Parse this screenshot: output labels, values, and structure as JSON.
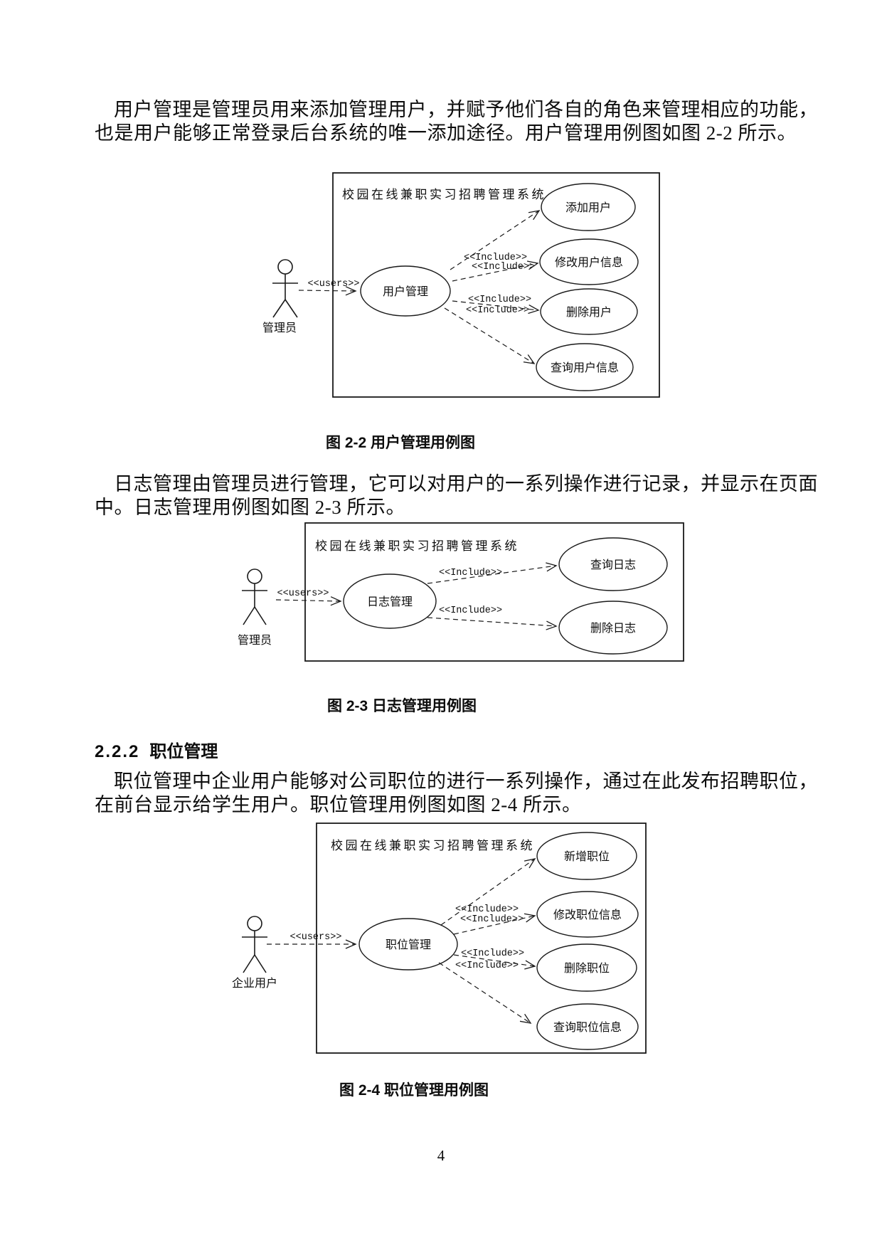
{
  "texts": {
    "para1_line1": "用户管理是管理员用来添加管理用户，并赋予他们各自的角色来管理相应的功能，",
    "para1_line2": "也是用户能够正常登录后台系统的唯一添加途径。用户管理用例图如图 2-2 所示。",
    "caption1": "图 2-2  用户管理用例图",
    "para2_line1": "日志管理由管理员进行管理，它可以对用户的一系列操作进行记录，并显示在页面",
    "para2_line2": "中。日志管理用例图如图 2-3 所示。",
    "caption2": "图 2-3  日志管理用例图",
    "heading_number": "2.2.2",
    "heading_title": "职位管理",
    "para3_line1": "职位管理中企业用户能够对公司职位的进行一系列操作，通过在此发布招聘职位，",
    "para3_line2": "在前台显示给学生用户。职位管理用例图如图 2-4 所示。",
    "caption3": "图 2-4  职位管理用例图",
    "page_number": "4"
  },
  "diagram1": {
    "system_title": "校园在线兼职实习招聘管理系统",
    "actor": "管理员",
    "users_stereotype": "<<users>>",
    "include_stereotype": "<<Include>>",
    "main_usecase": "用户管理",
    "usecase_add": "添加用户",
    "usecase_edit": "修改用户信息",
    "usecase_delete": "删除用户",
    "usecase_query": "查询用户信息"
  },
  "diagram2": {
    "system_title": "校园在线兼职实习招聘管理系统",
    "actor": "管理员",
    "users_stereotype": "<<users>>",
    "include_stereotype": "<<Include>>",
    "main_usecase": "日志管理",
    "usecase_query": "查询日志",
    "usecase_delete": "删除日志"
  },
  "diagram3": {
    "system_title": "校园在线兼职实习招聘管理系统",
    "actor": "企业用户",
    "users_stereotype": "<<users>>",
    "include_stereotype": "<<Include>>",
    "main_usecase": "职位管理",
    "usecase_add": "新增职位",
    "usecase_edit": "修改职位信息",
    "usecase_delete": "删除职位",
    "usecase_query": "查询职位信息"
  }
}
